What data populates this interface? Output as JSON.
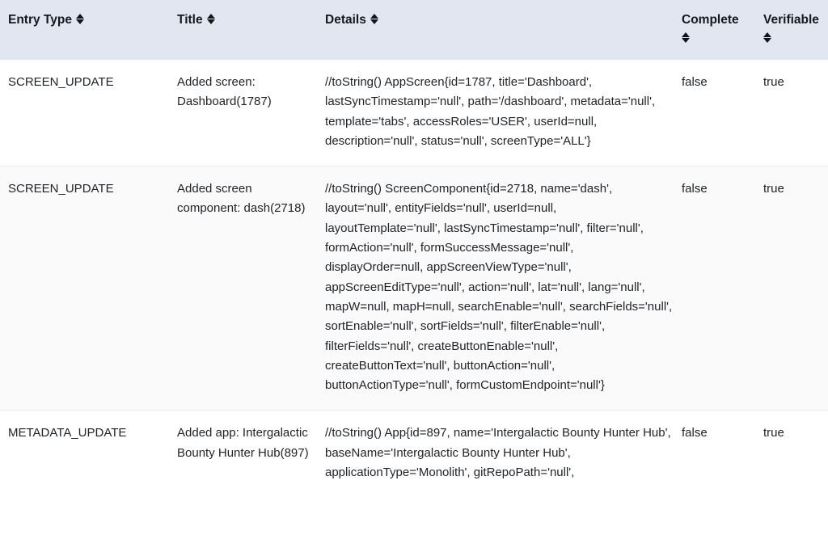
{
  "table": {
    "columns": [
      {
        "key": "entry_type",
        "label": "Entry Type",
        "sortable": true,
        "sort_icon": "sort-updown-icon"
      },
      {
        "key": "title",
        "label": "Title",
        "sortable": true,
        "sort_icon": "sort-updown-icon"
      },
      {
        "key": "details",
        "label": "Details",
        "sortable": true,
        "sort_icon": "sort-updown-icon"
      },
      {
        "key": "complete",
        "label": "Complete",
        "sortable": true,
        "sort_icon": "sort-updown-icon"
      },
      {
        "key": "verifiable",
        "label": "Verifiable",
        "sortable": true,
        "sort_icon": "sort-updown-icon"
      }
    ],
    "rows": [
      {
        "entry_type": "SCREEN_UPDATE",
        "title": "Added screen: Dashboard(1787)",
        "details": "//toString() AppScreen{id=1787, title='Dashboard', lastSyncTimestamp='null', path='/dashboard', metadata='null', template='tabs', accessRoles='USER', userId=null, description='null', status='null', screenType='ALL'}",
        "complete": "false",
        "verifiable": "true"
      },
      {
        "entry_type": "SCREEN_UPDATE",
        "title": "Added screen component: dash(2718)",
        "details": "//toString() ScreenComponent{id=2718, name='dash', layout='null', entityFields='null', userId=null, layoutTemplate='null', lastSyncTimestamp='null', filter='null', formAction='null', formSuccessMessage='null', displayOrder=null, appScreenViewType='null', appScreenEditType='null', action='null', lat='null', lang='null', mapW=null, mapH=null, searchEnable='null', searchFields='null', sortEnable='null', sortFields='null', filterEnable='null', filterFields='null', createButtonEnable='null', createButtonText='null', buttonAction='null', buttonActionType='null', formCustomEndpoint='null'}",
        "complete": "false",
        "verifiable": "true"
      },
      {
        "entry_type": "METADATA_UPDATE",
        "title": "Added app: Intergalactic Bounty Hunter Hub(897)",
        "details": "//toString() App{id=897, name='Intergalactic Bounty Hunter Hub', baseName='Intergalactic Bounty Hunter Hub', applicationType='Monolith', gitRepoPath='null',",
        "complete": "false",
        "verifiable": "true"
      }
    ]
  },
  "colors": {
    "header_background": "#e2e6f0",
    "row_alt_background": "#fafafa",
    "row_divider": "#e9eaec",
    "text": "#202429",
    "header_text": "#14181f"
  }
}
